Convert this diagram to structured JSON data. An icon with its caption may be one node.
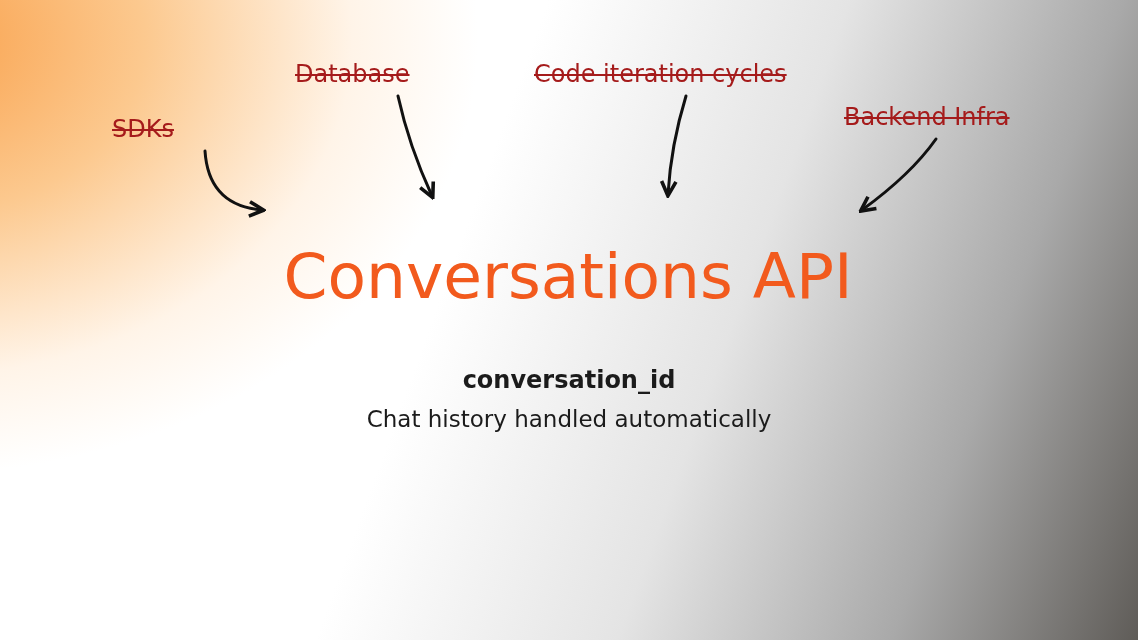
{
  "diagram": {
    "nodes": [
      {
        "text": [
          "SDKs"
        ]
      },
      {
        "text": [
          "Database"
        ]
      },
      {
        "text": [
          "Code iteration cycles"
        ]
      },
      {
        "text": [
          "Backend Infra"
        ]
      },
      {
        "text": [
          "Conversations API"
        ]
      }
    ],
    "edges": [
      {
        "from": 0,
        "to": 4,
        "arrow": "to"
      },
      {
        "from": 1,
        "to": 4,
        "arrow": "to"
      },
      {
        "from": 2,
        "to": 4,
        "arrow": "to"
      },
      {
        "from": 3,
        "to": 4,
        "arrow": "to"
      }
    ],
    "labels": [
      "conversation_id",
      "Chat history handled automatically"
    ]
  }
}
